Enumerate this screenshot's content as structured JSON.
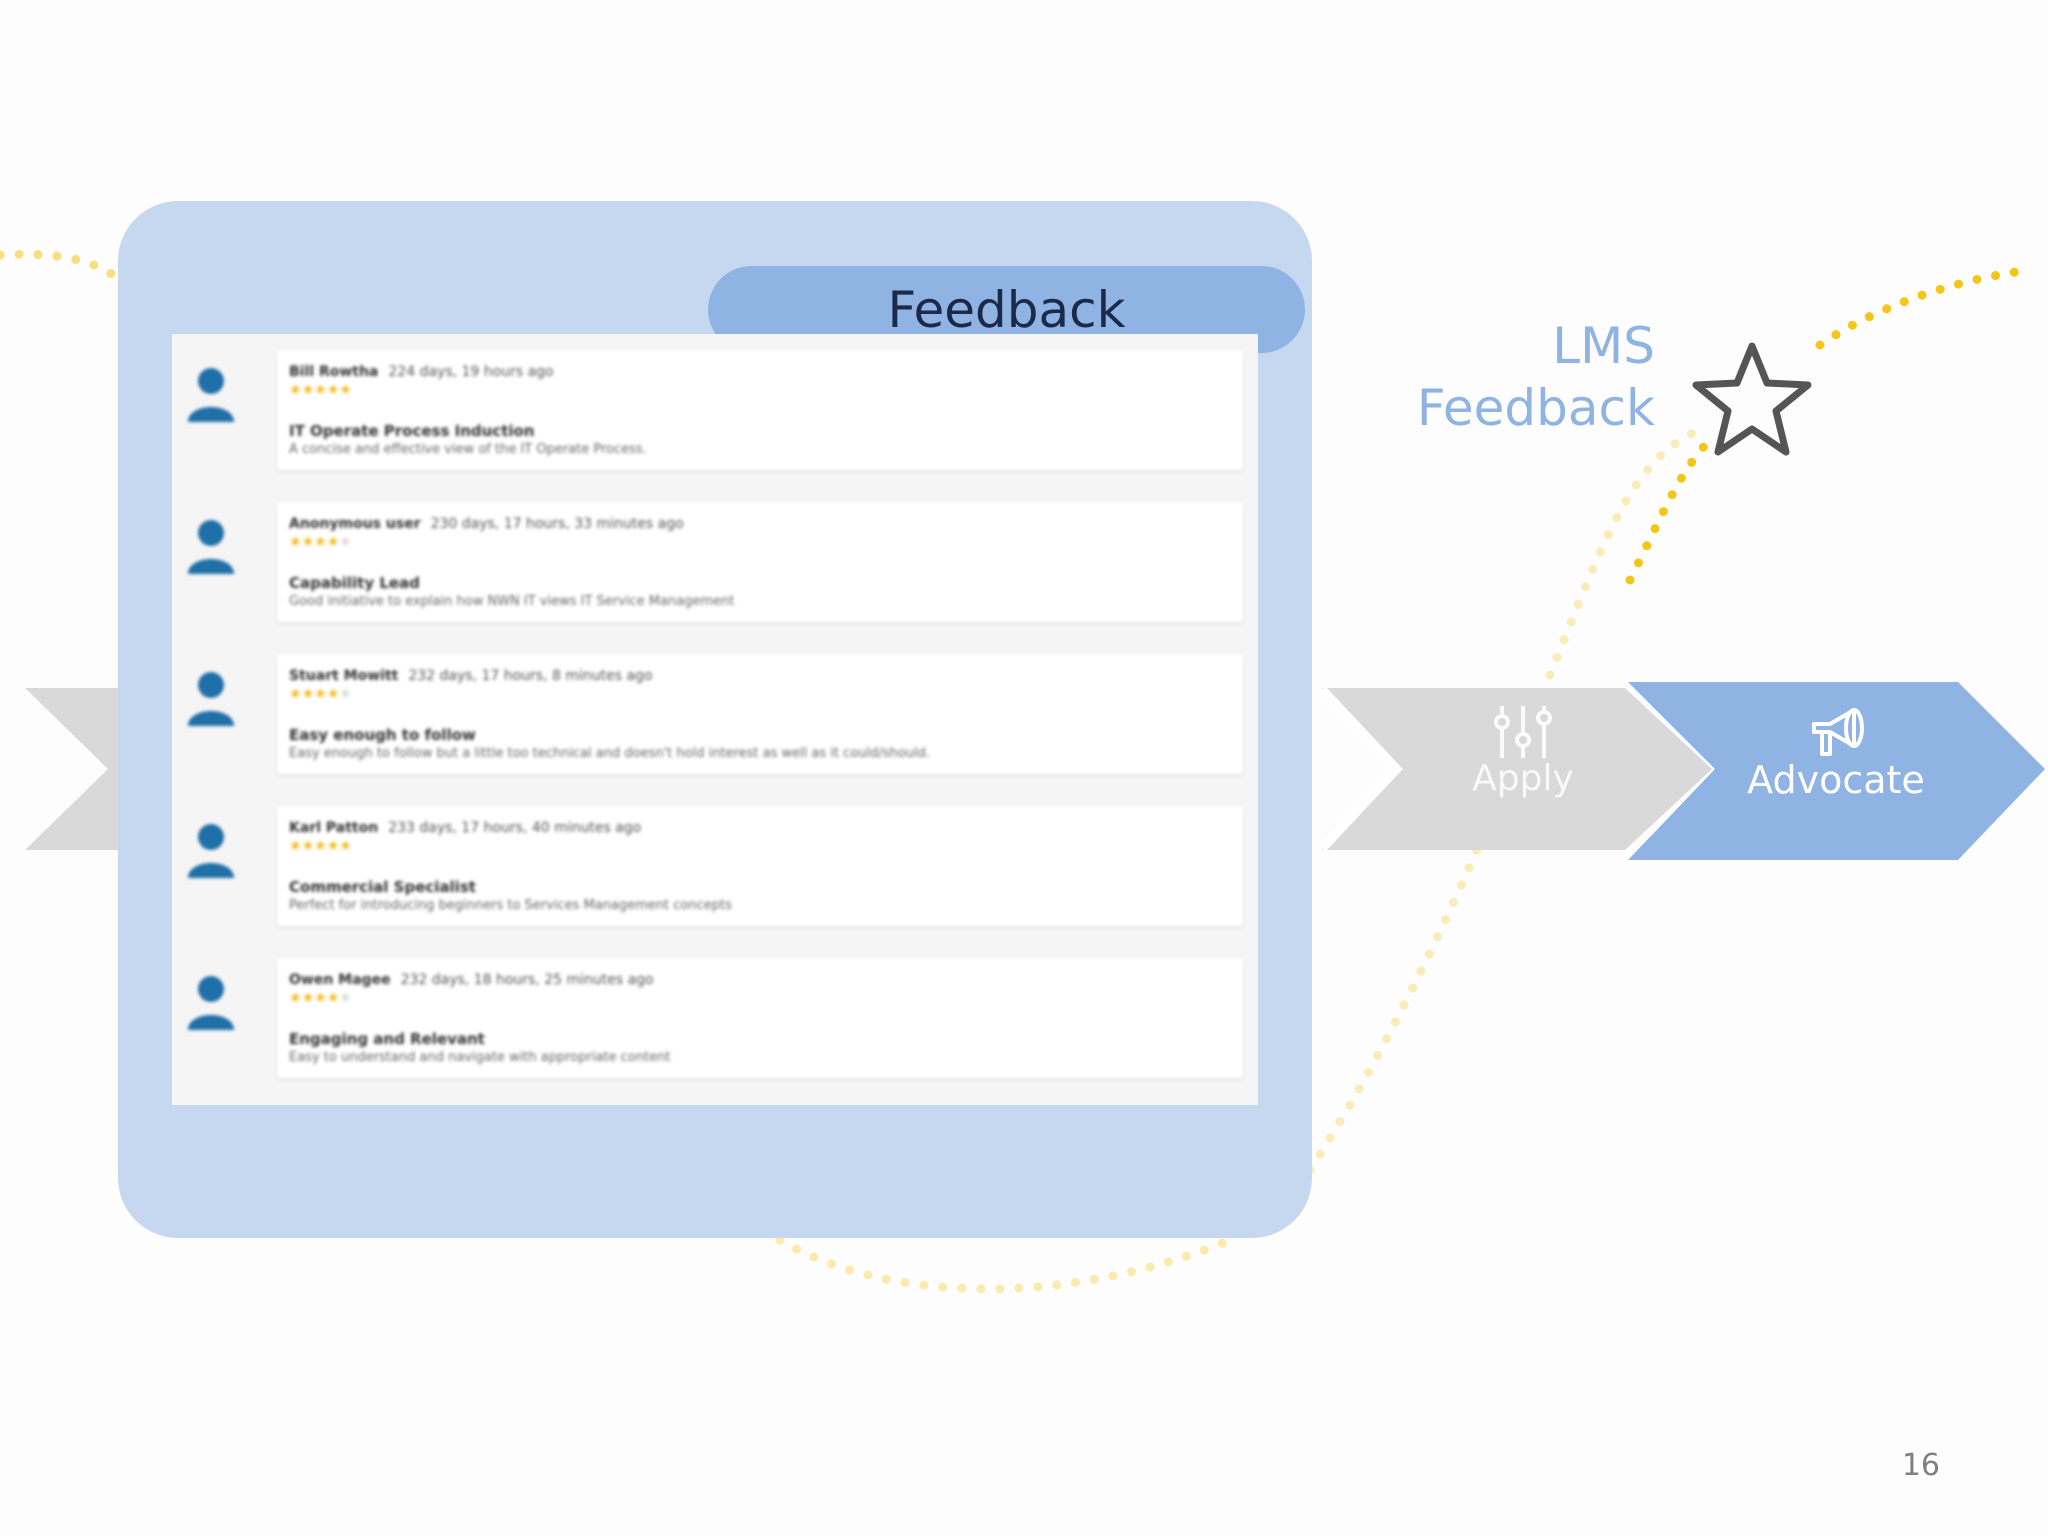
{
  "feedback_card": {
    "tab_label": "Feedback",
    "reviews": [
      {
        "name": "Bill Rowtha",
        "time": "224 days, 19 hours ago",
        "rating": 5,
        "title": "IT Operate Process Induction",
        "comment": "A concise and effective view of the IT Operate Process."
      },
      {
        "name": "Anonymous user",
        "time": "230 days, 17 hours, 33 minutes ago",
        "rating": 4,
        "title": "Capability Lead",
        "comment": "Good initiative to explain how NWN IT views IT Service Management"
      },
      {
        "name": "Stuart Mowitt",
        "time": "232 days, 17 hours, 8 minutes ago",
        "rating": 4,
        "title": "Easy enough to follow",
        "comment": "Easy enough to follow but a little too technical and doesn't hold interest as well as it could/should."
      },
      {
        "name": "Karl Patton",
        "time": "233 days, 17 hours, 40 minutes ago",
        "rating": 5,
        "title": "Commercial Specialist",
        "comment": "Perfect for introducing beginners to Services Management concepts"
      },
      {
        "name": "Owen Magee",
        "time": "232 days, 18 hours, 25 minutes ago",
        "rating": 4,
        "title": "Engaging and Relevant",
        "comment": "Easy to understand and navigate with appropriate content"
      }
    ]
  },
  "lms_feedback": {
    "line1": "LMS",
    "line2": "Feedback",
    "icon": "star-outline-icon"
  },
  "process": {
    "apply_label": "Apply",
    "apply_icon": "sliders-icon",
    "advocate_label": "Advocate",
    "advocate_icon": "megaphone-icon"
  },
  "page_number": "16",
  "colors": {
    "card": "#c6d8f0",
    "accent": "#8fb3e2",
    "arrow_grey": "#d9d9d9",
    "dots": "#f5c518",
    "star_rating": "#f3b815",
    "avatar": "#1f6fa8"
  }
}
